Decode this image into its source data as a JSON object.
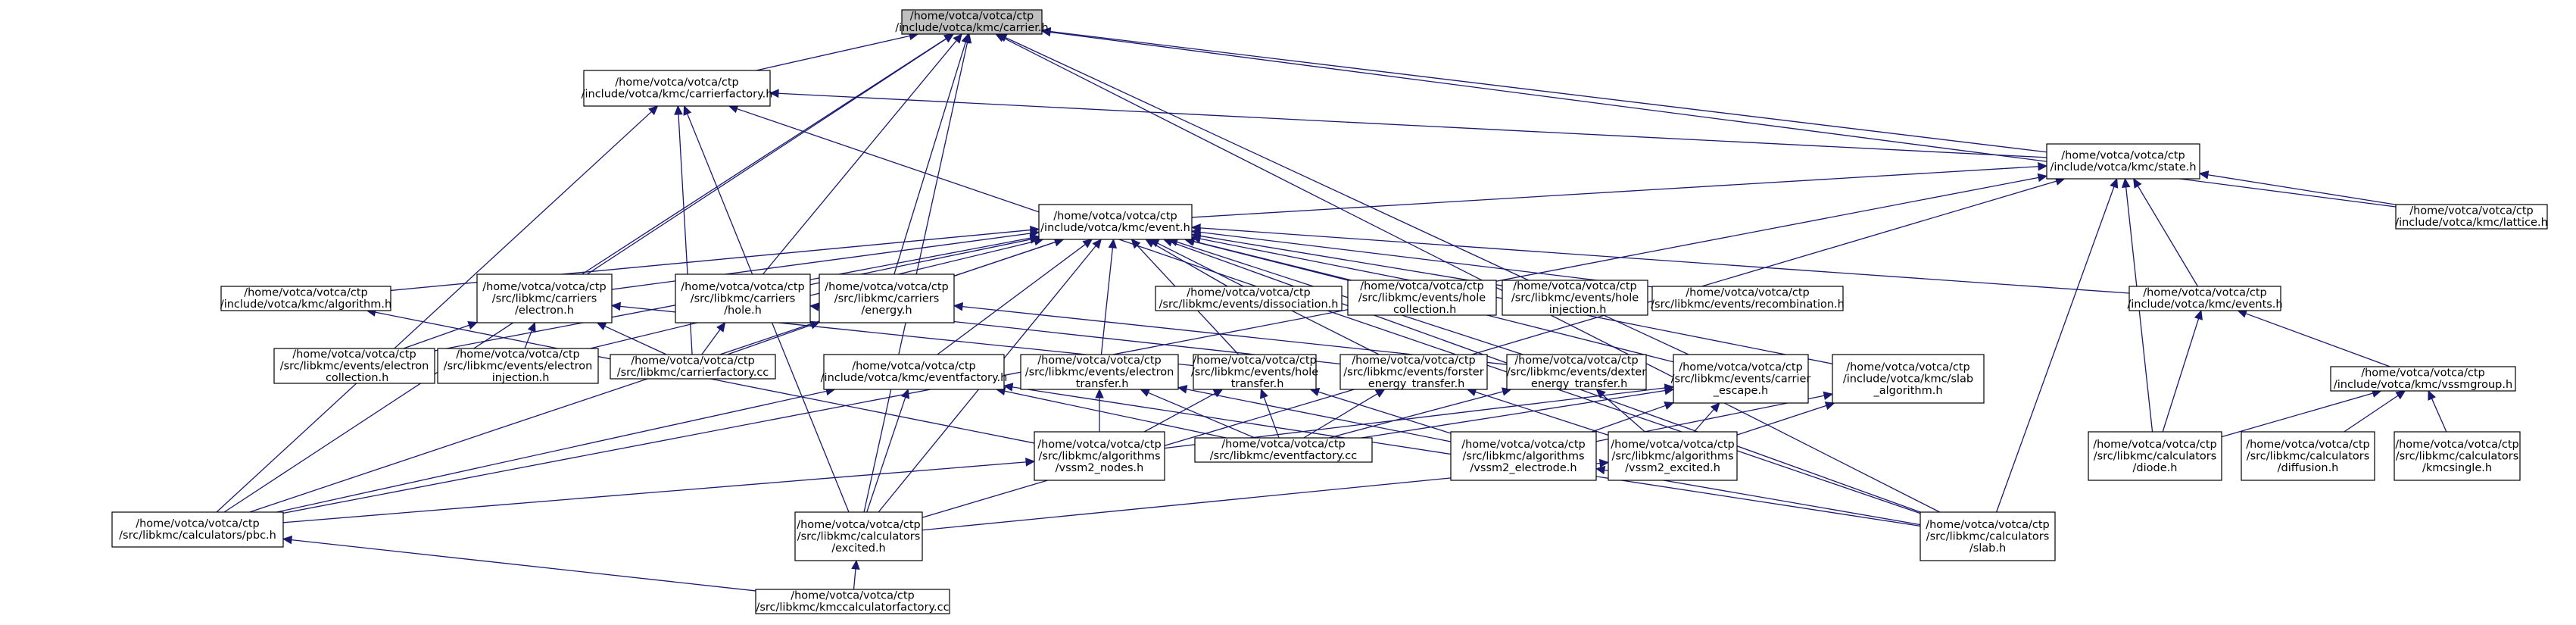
{
  "colors": {
    "edge": "#191970",
    "node_border": "#000000",
    "node_fill": "#ffffff",
    "root_fill": "#bfbfbf",
    "text": "#000000"
  },
  "nodes": [
    {
      "id": "carrier",
      "lines": [
        "/home/votca/votca/ctp",
        "/include/votca/kmc/carrier.h"
      ]
    },
    {
      "id": "carrierfactory",
      "lines": [
        "/home/votca/votca/ctp",
        "/include/votca/kmc/carrierfactory.h"
      ]
    },
    {
      "id": "state",
      "lines": [
        "/home/votca/votca/ctp",
        "/include/votca/kmc/state.h"
      ]
    },
    {
      "id": "lattice",
      "lines": [
        "/home/votca/votca/ctp",
        "/include/votca/kmc/lattice.h"
      ]
    },
    {
      "id": "event",
      "lines": [
        "/home/votca/votca/ctp",
        "/include/votca/kmc/event.h"
      ]
    },
    {
      "id": "algorithm",
      "lines": [
        "/home/votca/votca/ctp",
        "/include/votca/kmc/algorithm.h"
      ]
    },
    {
      "id": "carriers_electron",
      "lines": [
        "/home/votca/votca/ctp",
        "/src/libkmc/carriers",
        "/electron.h"
      ]
    },
    {
      "id": "carriers_hole",
      "lines": [
        "/home/votca/votca/ctp",
        "/src/libkmc/carriers",
        "/hole.h"
      ]
    },
    {
      "id": "carriers_energy",
      "lines": [
        "/home/votca/votca/ctp",
        "/src/libkmc/carriers",
        "/energy.h"
      ]
    },
    {
      "id": "dissociation",
      "lines": [
        "/home/votca/votca/ctp",
        "/src/libkmc/events/dissociation.h"
      ]
    },
    {
      "id": "hole_collection",
      "lines": [
        "/home/votca/votca/ctp",
        "/src/libkmc/events/hole",
        "_collection.h"
      ]
    },
    {
      "id": "hole_injection",
      "lines": [
        "/home/votca/votca/ctp",
        "/src/libkmc/events/hole",
        "_injection.h"
      ]
    },
    {
      "id": "recombination",
      "lines": [
        "/home/votca/votca/ctp",
        "/src/libkmc/events/recombination.h"
      ]
    },
    {
      "id": "events",
      "lines": [
        "/home/votca/votca/ctp",
        "/include/votca/kmc/events.h"
      ]
    },
    {
      "id": "electron_collection",
      "lines": [
        "/home/votca/votca/ctp",
        "/src/libkmc/events/electron",
        "_collection.h"
      ]
    },
    {
      "id": "electron_injection",
      "lines": [
        "/home/votca/votca/ctp",
        "/src/libkmc/events/electron",
        "_injection.h"
      ]
    },
    {
      "id": "carrierfactory_cc",
      "lines": [
        "/home/votca/votca/ctp",
        "/src/libkmc/carrierfactory.cc"
      ]
    },
    {
      "id": "electron_transfer",
      "lines": [
        "/home/votca/votca/ctp",
        "/src/libkmc/events/electron",
        "_transfer.h"
      ]
    },
    {
      "id": "hole_transfer",
      "lines": [
        "/home/votca/votca/ctp",
        "/src/libkmc/events/hole",
        "_transfer.h"
      ]
    },
    {
      "id": "forster",
      "lines": [
        "/home/votca/votca/ctp",
        "/src/libkmc/events/forster",
        "_energy_transfer.h"
      ]
    },
    {
      "id": "dexter",
      "lines": [
        "/home/votca/votca/ctp",
        "/src/libkmc/events/dexter",
        "_energy_transfer.h"
      ]
    },
    {
      "id": "carrier_escape",
      "lines": [
        "/home/votca/votca/ctp",
        "/src/libkmc/events/carrier",
        "_escape.h"
      ]
    },
    {
      "id": "slab_algorithm",
      "lines": [
        "/home/votca/votca/ctp",
        "/include/votca/kmc/slab",
        "_algorithm.h"
      ]
    },
    {
      "id": "eventfactory",
      "lines": [
        "/home/votca/votca/ctp",
        "/include/votca/kmc/eventfactory.h"
      ]
    },
    {
      "id": "vssmgroup",
      "lines": [
        "/home/votca/votca/ctp",
        "/include/votca/kmc/vssmgroup.h"
      ]
    },
    {
      "id": "vssm2_nodes",
      "lines": [
        "/home/votca/votca/ctp",
        "/src/libkmc/algorithms",
        "/vssm2_nodes.h"
      ]
    },
    {
      "id": "eventfactory_cc",
      "lines": [
        "/home/votca/votca/ctp",
        "/src/libkmc/eventfactory.cc"
      ]
    },
    {
      "id": "vssm2_electrode",
      "lines": [
        "/home/votca/votca/ctp",
        "/src/libkmc/algorithms",
        "/vssm2_electrode.h"
      ]
    },
    {
      "id": "vssm2_excited",
      "lines": [
        "/home/votca/votca/ctp",
        "/src/libkmc/algorithms",
        "/vssm2_excited.h"
      ]
    },
    {
      "id": "diode",
      "lines": [
        "/home/votca/votca/ctp",
        "/src/libkmc/calculators",
        "/diode.h"
      ]
    },
    {
      "id": "diffusion",
      "lines": [
        "/home/votca/votca/ctp",
        "/src/libkmc/calculators",
        "/diffusion.h"
      ]
    },
    {
      "id": "kmcsingle",
      "lines": [
        "/home/votca/votca/ctp",
        "/src/libkmc/calculators",
        "/kmcsingle.h"
      ]
    },
    {
      "id": "pbc",
      "lines": [
        "/home/votca/votca/ctp",
        "/src/libkmc/calculators/pbc.h"
      ]
    },
    {
      "id": "excited",
      "lines": [
        "/home/votca/votca/ctp",
        "/src/libkmc/calculators",
        "/excited.h"
      ]
    },
    {
      "id": "slab",
      "lines": [
        "/home/votca/votca/ctp",
        "/src/libkmc/calculators",
        "/slab.h"
      ]
    },
    {
      "id": "kmccalculatorfactory",
      "lines": [
        "/home/votca/votca/ctp",
        "/src/libkmc/kmccalculatorfactory.cc"
      ]
    }
  ],
  "edges": [
    [
      "carrierfactory",
      "carrier"
    ],
    [
      "state",
      "carrier"
    ],
    [
      "lattice",
      "carrier"
    ],
    [
      "carriers_electron",
      "carrier"
    ],
    [
      "carriers_hole",
      "carrier"
    ],
    [
      "carriers_energy",
      "carrier"
    ],
    [
      "carrier_escape",
      "carrier"
    ],
    [
      "pbc",
      "carrier"
    ],
    [
      "excited",
      "carrier"
    ],
    [
      "slab",
      "carrier"
    ],
    [
      "state",
      "carrierfactory"
    ],
    [
      "carrierfactory_cc",
      "carrierfactory"
    ],
    [
      "pbc",
      "carrierfactory"
    ],
    [
      "excited",
      "carrierfactory"
    ],
    [
      "slab",
      "carrierfactory"
    ],
    [
      "lattice",
      "state"
    ],
    [
      "event",
      "state"
    ],
    [
      "events",
      "state"
    ],
    [
      "diode",
      "state"
    ],
    [
      "excited",
      "state"
    ],
    [
      "slab",
      "state"
    ],
    [
      "pbc",
      "state"
    ],
    [
      "algorithm",
      "event"
    ],
    [
      "carriers_electron",
      "event"
    ],
    [
      "carriers_hole",
      "event"
    ],
    [
      "carriers_energy",
      "event"
    ],
    [
      "dissociation",
      "event"
    ],
    [
      "hole_collection",
      "event"
    ],
    [
      "hole_injection",
      "event"
    ],
    [
      "recombination",
      "event"
    ],
    [
      "events",
      "event"
    ],
    [
      "electron_collection",
      "event"
    ],
    [
      "electron_injection",
      "event"
    ],
    [
      "electron_transfer",
      "event"
    ],
    [
      "hole_transfer",
      "event"
    ],
    [
      "forster",
      "event"
    ],
    [
      "dexter",
      "event"
    ],
    [
      "carrier_escape",
      "event"
    ],
    [
      "slab_algorithm",
      "event"
    ],
    [
      "eventfactory",
      "event"
    ],
    [
      "pbc",
      "event"
    ],
    [
      "excited",
      "event"
    ],
    [
      "slab",
      "event"
    ],
    [
      "vssm2_nodes",
      "algorithm"
    ],
    [
      "electron_collection",
      "carriers_electron"
    ],
    [
      "electron_injection",
      "carriers_electron"
    ],
    [
      "carrierfactory_cc",
      "carriers_electron"
    ],
    [
      "hole_transfer",
      "carriers_electron"
    ],
    [
      "carrierfactory_cc",
      "carriers_hole"
    ],
    [
      "forster",
      "carriers_hole"
    ],
    [
      "carrierfactory_cc",
      "carriers_energy"
    ],
    [
      "dexter",
      "carriers_energy"
    ],
    [
      "vssmgroup",
      "events"
    ],
    [
      "diode",
      "events"
    ],
    [
      "diode",
      "vssmgroup"
    ],
    [
      "diffusion",
      "vssmgroup"
    ],
    [
      "kmcsingle",
      "vssmgroup"
    ],
    [
      "vssm2_nodes",
      "electron_transfer"
    ],
    [
      "eventfactory_cc",
      "electron_transfer"
    ],
    [
      "vssm2_electrode",
      "electron_transfer"
    ],
    [
      "vssm2_nodes",
      "hole_transfer"
    ],
    [
      "eventfactory_cc",
      "hole_transfer"
    ],
    [
      "vssm2_electrode",
      "hole_transfer"
    ],
    [
      "eventfactory_cc",
      "forster"
    ],
    [
      "vssm2_excited",
      "forster"
    ],
    [
      "eventfactory_cc",
      "dexter"
    ],
    [
      "vssm2_excited",
      "dexter"
    ],
    [
      "vssm2_nodes",
      "carrier_escape"
    ],
    [
      "vssm2_electrode",
      "carrier_escape"
    ],
    [
      "vssm2_excited",
      "carrier_escape"
    ],
    [
      "eventfactory_cc",
      "carrier_escape"
    ],
    [
      "vssm2_electrode",
      "slab_algorithm"
    ],
    [
      "vssm2_excited",
      "slab_algorithm"
    ],
    [
      "pbc",
      "eventfactory"
    ],
    [
      "eventfactory_cc",
      "eventfactory"
    ],
    [
      "excited",
      "eventfactory"
    ],
    [
      "slab",
      "eventfactory"
    ],
    [
      "pbc",
      "vssm2_nodes"
    ],
    [
      "excited",
      "vssm2_excited"
    ],
    [
      "slab",
      "vssm2_electrode"
    ],
    [
      "kmccalculatorfactory",
      "pbc"
    ],
    [
      "kmccalculatorfactory",
      "excited"
    ]
  ]
}
